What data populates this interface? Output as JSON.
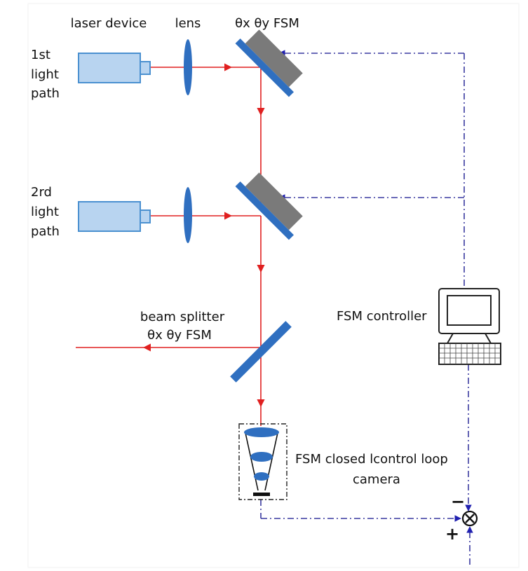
{
  "labels": {
    "laser_device": "laser device",
    "lens": "lens",
    "fsm_top": "θx θy FSM",
    "path1_line1": "1st",
    "path1_line2": "light",
    "path1_line3": "path",
    "path2_line1": "2rd",
    "path2_line2": "light",
    "path2_line3": "path",
    "beam_splitter_line1": "beam splitter",
    "beam_splitter_line2": "θx θy FSM",
    "fsm_controller": "FSM controller",
    "camera_line1": "FSM closed lcontrol loop",
    "camera_line2": "camera",
    "minus_sign": "−",
    "plus_sign": "+"
  },
  "colors": {
    "laser_body": "#b8d4f0",
    "laser_border": "#4a90d0",
    "lens": "#2f6fc0",
    "mirror": "#2f6fc0",
    "mirror_mount": "#7a7a7a",
    "beam": "#e02020",
    "control_line": "#3a3aa0",
    "computer": "#222222"
  }
}
